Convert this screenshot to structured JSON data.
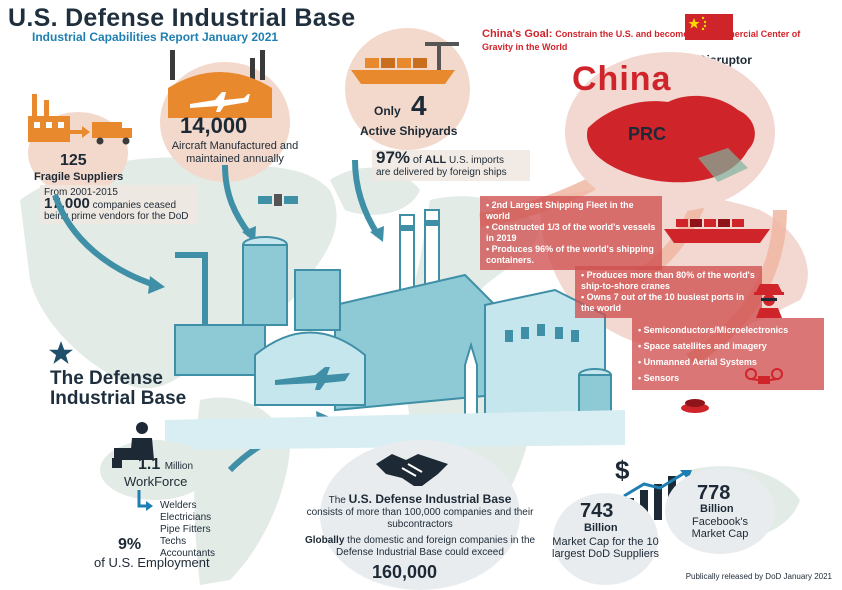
{
  "header": {
    "title": "U.S. Defense Industrial Base",
    "subtitle": "Industrial Capabilities Report January 2021"
  },
  "suppliers": {
    "number": "125",
    "label": "Fragile Suppliers"
  },
  "prime_vendors": {
    "range": "From 2001-2015",
    "number": "17,000",
    "text": "companies ceased being prime vendors for the DoD"
  },
  "aircraft": {
    "number": "14,000",
    "label": "Aircraft Manufactured and maintained annually"
  },
  "shipyards": {
    "prefix": "Only",
    "number": "4",
    "label": "Active Shipyards"
  },
  "imports": {
    "percent": "97%",
    "of": "of",
    "all": "ALL",
    "text1": "U.S. imports",
    "text2": "are delivered by foreign ships"
  },
  "china": {
    "goal_label": "China's Goal:",
    "goal_text": "Constrain the U.S. and become the Commercial Center of Gravity in the World",
    "disruptor": "A Major Disruptor",
    "name": "China",
    "code": "PRC",
    "shipping_facts": [
      "2nd Largest Shipping Fleet in the world",
      "Constructed 1/3 of the world's vessels in 2019",
      "Produces 96% of the world's shipping containers."
    ],
    "port_facts": [
      "Produces more than 80% of the world's ship-to-shore cranes",
      "Owns 7 out of the 10 busiest ports in the world"
    ],
    "tech_facts": [
      "Semiconductors/Microelectronics",
      "Space satellites and imagery",
      "Unmanned Aerial Systems",
      "Sensors"
    ]
  },
  "dib_label": {
    "line1": "The Defense",
    "line2": "Industrial Base"
  },
  "workforce": {
    "number": "1.1",
    "unit": "Million",
    "label": "WorkForce",
    "jobs": [
      "Welders",
      "Electricians",
      "Pipe Fitters",
      "Techs",
      "Accountants"
    ]
  },
  "employment": {
    "percent": "9%",
    "label": "of U.S. Employment"
  },
  "dib_summary": {
    "pre": "The",
    "name": "U.S. Defense Industrial Base",
    "text": "consists of more than 100,000 companies and their subcontractors",
    "global_bold": "Globally",
    "global_text": "the domestic and foreign companies in the Defense Industrial Base could exceed",
    "global_number": "160,000"
  },
  "market": {
    "dod_number": "743",
    "dod_unit": "Billion",
    "dod_label": "Market Cap for the 10 largest DoD Suppliers",
    "fb_number": "778",
    "fb_unit": "Billion",
    "fb_label": "Facebook's Market Cap",
    "currency_symbol": "$"
  },
  "footer": "Publically released by DoD January 2021",
  "colors": {
    "map": "#e2ebe6",
    "factory": "#8ec9d6",
    "factory_dark": "#3f8fa7",
    "china_red": "#d0242b",
    "accent_blue": "#1f7fb2",
    "salmon": "#f0b7a2",
    "orange": "#e8892e"
  },
  "icons": [
    "factory-icon",
    "truck-icon",
    "airplane-hangar-icon",
    "ship-icon",
    "crane-icon",
    "satellite-icon",
    "star-icon",
    "businessman-icon",
    "handshake-icon",
    "dollar-icon",
    "bar-chart-icon",
    "china-flag-icon",
    "spy-icon",
    "drone-icon",
    "sensor-icon"
  ]
}
